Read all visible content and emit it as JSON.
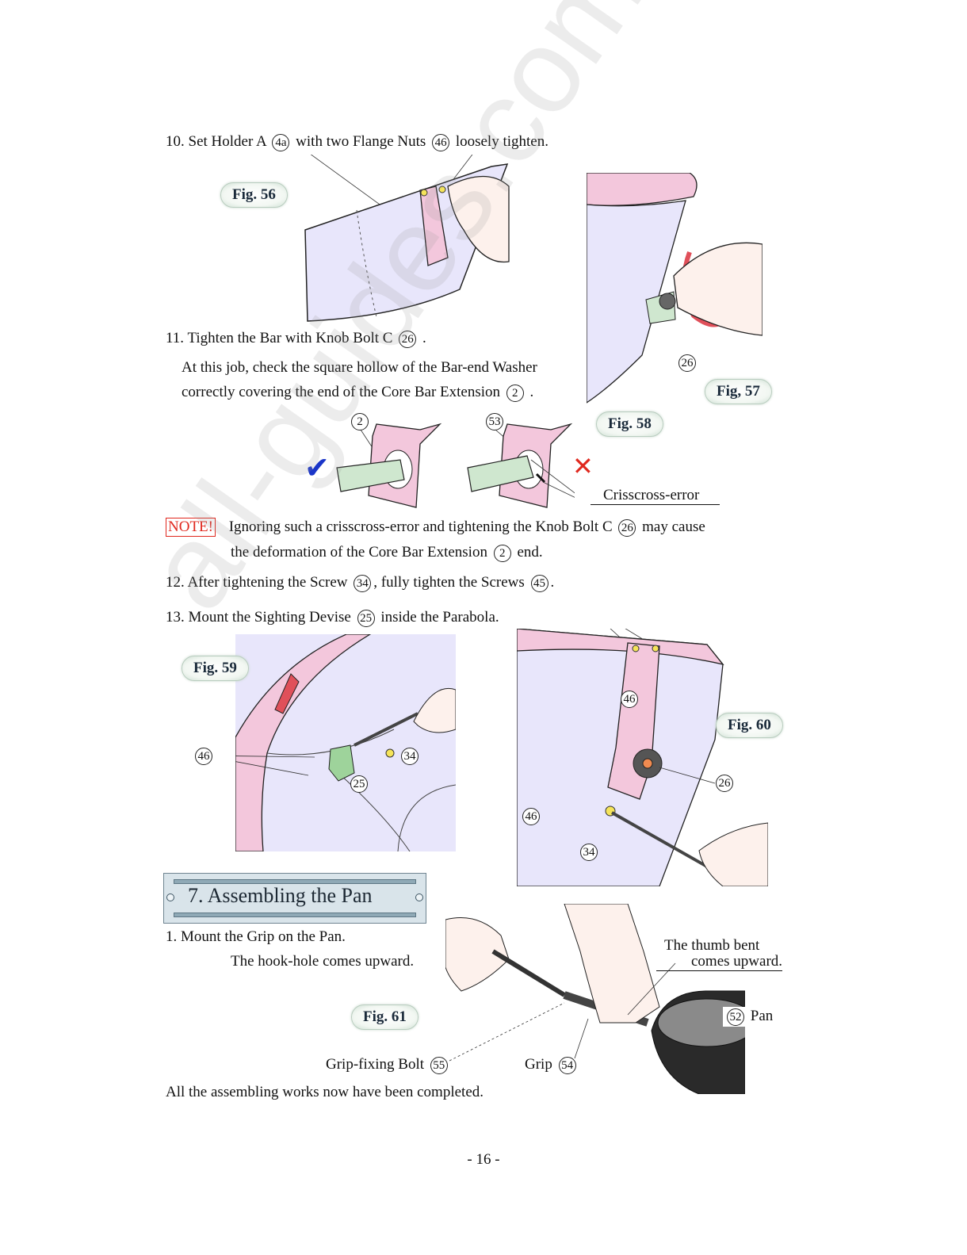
{
  "steps": {
    "s10": {
      "pre": "10. Set Holder A",
      "n1": "4a",
      "mid": "with two Flange Nuts",
      "n2": "46",
      "post": "loosely tighten."
    },
    "s11": {
      "pre": "11. Tighten the Bar with Knob Bolt C",
      "n1": "26",
      "post": "."
    },
    "s11_line2": {
      "text": "At this job, check the square hollow of the Bar-end Washer"
    },
    "s11_line3": {
      "pre": "correctly covering the end of the Core Bar Extension",
      "n1": "2",
      "post": "."
    },
    "note": {
      "label": "NOTE!",
      "pre": "Ignoring such a crisscross-error and tightening the Knob Bolt C",
      "n1": "26",
      "post": "may cause"
    },
    "note_line2": {
      "pre": "the deformation of the Core Bar Extension",
      "n1": "2",
      "post": "end."
    },
    "s12": {
      "pre": "12. After tightening the Screw",
      "n1": "34",
      "mid": ", fully tighten the Screws",
      "n2": "45",
      "post": "."
    },
    "s13": {
      "pre": "13. Mount the Sighting Devise",
      "n1": "25",
      "post": "inside the Parabola."
    }
  },
  "figures": {
    "f56": "Fig. 56",
    "f57": "Fig, 57",
    "f58": "Fig. 58",
    "f59": "Fig. 59",
    "f60": "Fig. 60",
    "f61": "Fig. 61"
  },
  "callouts": {
    "f57_26": "26",
    "f58_2": "2",
    "f58_53": "53",
    "f58_error": "Crisscross-error",
    "f59_46": "46",
    "f59_34": "34",
    "f59_25": "25",
    "f60_46a": "46",
    "f60_26": "26",
    "f60_46b": "46",
    "f60_34": "34"
  },
  "section": {
    "title": "7. Assembling the Pan"
  },
  "pan": {
    "step1": "1. Mount the Grip on the Pan.",
    "step1_sub": "The hook-hole comes upward.",
    "thumb1": "The thumb bent",
    "thumb2": "comes upward.",
    "pan_num": "52",
    "pan_label": "Pan",
    "bolt_label": "Grip-fixing Bolt",
    "bolt_num": "55",
    "grip_label": "Grip",
    "grip_num": "54",
    "done": "All the assembling works now have been completed."
  },
  "symbols": {
    "check": "✔",
    "cross": "✕"
  },
  "watermark": "all-guides.com",
  "page_number": "- 16 -",
  "colors": {
    "pink": "#f3c7dc",
    "lavender": "#e8e6fb",
    "note_red": "#e0281e",
    "check_blue": "#1a35c8"
  }
}
